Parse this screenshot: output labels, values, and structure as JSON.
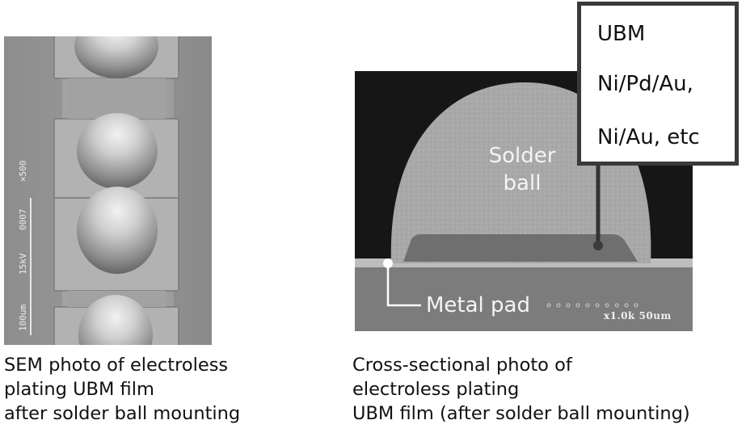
{
  "sem_photo": {
    "scale_labels": [
      "×500",
      "0007",
      "15kV",
      "100um"
    ]
  },
  "cross_section_photo": {
    "solder_label_line1": "Solder",
    "solder_label_line2": "ball",
    "metal_pad_label": "Metal pad",
    "scale_text": "x1.0k  50um"
  },
  "ubm_box": {
    "line1": "UBM",
    "line2": "Ni/Pd/Au,",
    "line3": "Ni/Au, etc"
  },
  "captions": {
    "left": [
      "SEM photo of electroless",
      "plating UBM film",
      "after solder ball mounting"
    ],
    "right": [
      "Cross-sectional photo of",
      "electroless plating",
      "UBM film (after solder ball mounting)"
    ]
  }
}
